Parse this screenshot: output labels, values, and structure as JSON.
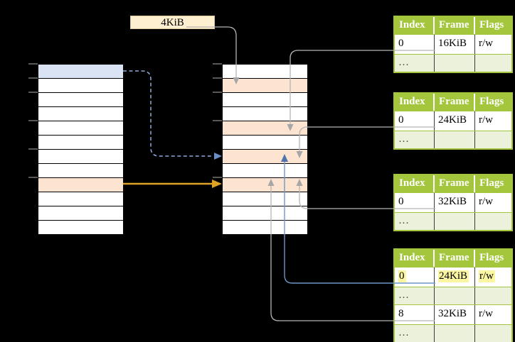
{
  "page_size_label": "4KiB",
  "left_table": {
    "description": "stacked page entries, first entry highlighted blue, ninth entry highlighted orange",
    "row_fills": [
      "blue",
      "white",
      "white",
      "white",
      "white",
      "white",
      "white",
      "white",
      "orange",
      "white",
      "white",
      "white"
    ]
  },
  "middle_table": {
    "description": "stacked frame entries with four orange-highlighted frames",
    "row_fills": [
      "white",
      "orange",
      "white",
      "white",
      "orange",
      "white",
      "orange",
      "white",
      "orange",
      "white",
      "white",
      "white"
    ]
  },
  "page_tables": [
    {
      "headers": [
        "Index",
        "Frame",
        "Flags"
      ],
      "rows": [
        {
          "index": "0",
          "frame": "16KiB",
          "flags": "r/w"
        },
        {
          "index": "…",
          "frame": "",
          "flags": ""
        }
      ]
    },
    {
      "headers": [
        "Index",
        "Frame",
        "Flags"
      ],
      "rows": [
        {
          "index": "0",
          "frame": "24KiB",
          "flags": "r/w"
        },
        {
          "index": "…",
          "frame": "",
          "flags": ""
        }
      ]
    },
    {
      "headers": [
        "Index",
        "Frame",
        "Flags"
      ],
      "rows": [
        {
          "index": "0",
          "frame": "32KiB",
          "flags": "r/w"
        },
        {
          "index": "…",
          "frame": "",
          "flags": ""
        }
      ]
    },
    {
      "headers": [
        "Index",
        "Frame",
        "Flags"
      ],
      "rows": [
        {
          "index": "0",
          "frame": "24KiB",
          "flags": "r/w",
          "highlighted": true
        },
        {
          "index": "…",
          "frame": "",
          "flags": ""
        },
        {
          "index": "8",
          "frame": "32KiB",
          "flags": "r/w"
        },
        {
          "index": "…",
          "frame": "",
          "flags": ""
        }
      ]
    }
  ],
  "arrows": [
    {
      "from": "4KiB-label",
      "to": "middle-table-row-2",
      "style": "gray"
    },
    {
      "from": "table-1-frame-16KiB",
      "to": "middle-table-row-5",
      "style": "gray"
    },
    {
      "from": "table-2-frame-24KiB",
      "to": "middle-table-row-7",
      "style": "gray"
    },
    {
      "from": "table-3-frame-32KiB",
      "to": "middle-table-row-9",
      "style": "gray"
    },
    {
      "from": "table-4-frame-24KiB",
      "to": "middle-table-row-7",
      "style": "blue-solid"
    },
    {
      "from": "table-4-frame-32KiB",
      "to": "middle-table-row-9",
      "style": "gray"
    },
    {
      "from": "left-table-row-1",
      "to": "middle-table-row-7",
      "style": "blue-dashed"
    },
    {
      "from": "left-table-row-9",
      "to": "middle-table-row-9",
      "style": "orange-solid"
    }
  ],
  "colors": {
    "bg": "#000000",
    "white": "#ffffff",
    "row_blue": "#dae3f3",
    "row_orange": "#fce4d0",
    "label_box": "#fdefcf",
    "label_border": "#dbc99a",
    "green_header": "#a4c63c",
    "green_border": "#a4c63c",
    "green_row": "#ebf1da",
    "yellow_highlight": "#fbf6a1",
    "gray_line": "#b5b5b5",
    "gray_head": "#a6a6a6",
    "blue_line": "#6f96c8",
    "blue_head": "#4f74b0",
    "blue_dash": "#8faadc",
    "blue_dash_head": "#6a8fc8",
    "orange_line": "#dda325",
    "tick": "#7f7f7f",
    "divider_dark": "#3a3a3a",
    "dots_text": "#4a4a3f"
  }
}
